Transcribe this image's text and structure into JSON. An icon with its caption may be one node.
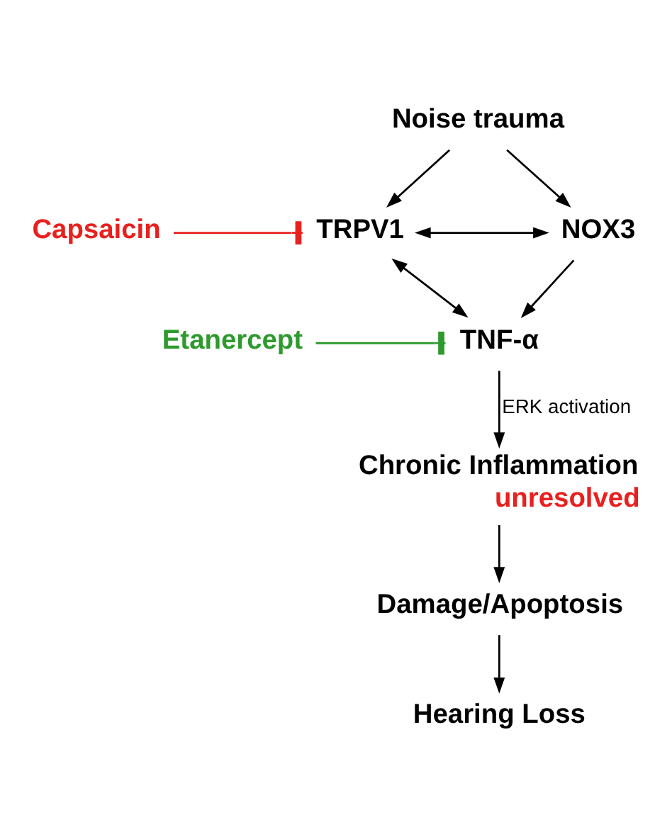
{
  "diagram": {
    "nodes": [
      {
        "text": [
          "Noise trauma"
        ]
      },
      {
        "text": [
          "Capsaicin"
        ]
      },
      {
        "text": [
          "TRPV1"
        ]
      },
      {
        "text": [
          "NOX3"
        ]
      },
      {
        "text": [
          "Etanercept"
        ]
      },
      {
        "text": [
          "TNF-α"
        ]
      },
      {
        "text": [
          "Chronic Inflammation"
        ],
        "beside": [
          "unresolved"
        ]
      },
      {
        "text": [
          "Damage/Apoptosis"
        ]
      },
      {
        "text": [
          "Hearing Loss"
        ]
      }
    ],
    "edges": [
      {
        "from": 0,
        "to": 2,
        "arrow": "to"
      },
      {
        "from": 0,
        "to": 3,
        "arrow": "to"
      },
      {
        "from": 1,
        "to": 2,
        "arrow": "other",
        "color": "#e8201e"
      },
      {
        "from": 2,
        "to": 3,
        "arrow": "both"
      },
      {
        "from": 2,
        "to": 5,
        "arrow": "both"
      },
      {
        "from": 3,
        "to": 5,
        "arrow": "to"
      },
      {
        "from": 4,
        "to": 5,
        "arrow": "other",
        "color": "#2e9a2e"
      },
      {
        "from": 5,
        "to": 6,
        "arrow": "to",
        "label": "ERK activation"
      },
      {
        "from": 6,
        "to": 7,
        "arrow": "to"
      },
      {
        "from": 7,
        "to": 8,
        "arrow": "to"
      }
    ]
  }
}
